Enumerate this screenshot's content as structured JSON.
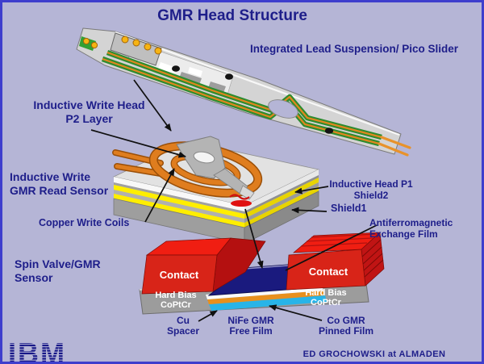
{
  "slide": {
    "title": "GMR Head Structure",
    "subtitle": "Integrated Lead Suspension/ Pico Slider",
    "credit": "ED GROCHOWSKI at ALMADEN",
    "logo_text": "IBM"
  },
  "labels": {
    "write_head": {
      "line1": "Inductive Write Head",
      "line2": "P2 Layer"
    },
    "read_sensor": {
      "line1": "Inductive Write",
      "line2": "GMR Read Sensor"
    },
    "copper_coils": "Copper Write Coils",
    "p1_shield2": {
      "line1": "Inductive Head P1",
      "line2": "Shield2"
    },
    "shield1": "Shield1",
    "afm": {
      "line1": "Antiferromagnetic",
      "line2": "Exchange Film"
    },
    "spin_valve": {
      "line1": "Spin Valve/GMR",
      "line2": "Sensor"
    },
    "contact_left": "Contact",
    "contact_right": "Contact",
    "hard_bias_left": {
      "line1": "Hard Bias",
      "line2": "CoPtCr"
    },
    "hard_bias_right": {
      "line1": "Hard Bias",
      "line2": "CoPtCr"
    },
    "cu_spacer": {
      "line1": "Cu",
      "line2": "Spacer"
    },
    "nife_free": {
      "line1": "NiFe GMR",
      "line2": "Free Film"
    },
    "co_pinned": {
      "line1": "Co GMR",
      "line2": "Pinned Film"
    }
  },
  "colors": {
    "background": "#b5b5d6",
    "border": "#3e3ecd",
    "text": "#1e1e8a",
    "contact_red": "#d82418",
    "sensor_navy": "#1a1a7e",
    "cu_spacer_orange": "#e8901e",
    "free_film_cyan": "#28b4e8",
    "shield_yellow": "#ffee00",
    "coil_orange": "#e07d1c",
    "trace_green": "#2e8b2e",
    "hard_bias_gray": "#9c9c9c"
  }
}
